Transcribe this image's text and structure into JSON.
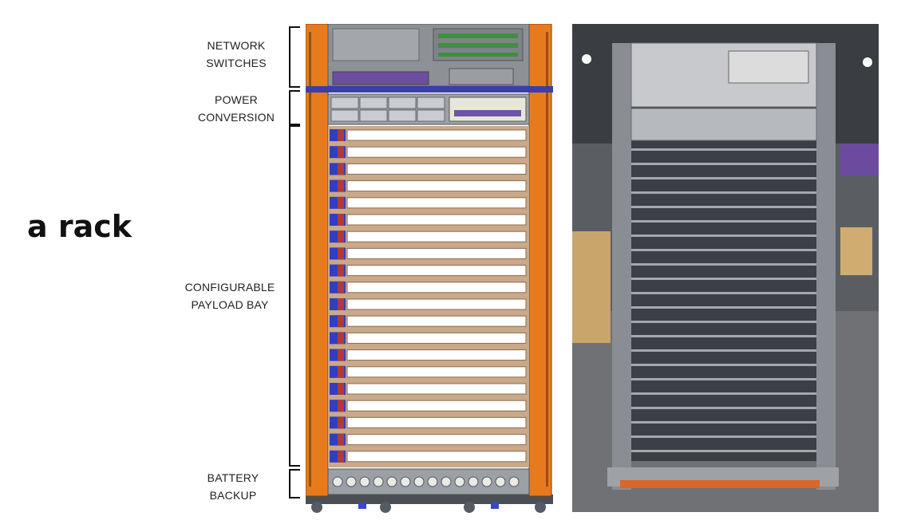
{
  "title": "a rack",
  "labels": {
    "network": [
      "NETWORK",
      "SWITCHES"
    ],
    "power": [
      "POWER",
      "CONVERSION"
    ],
    "payload": [
      "CONFIGURABLE",
      "PAYLOAD BAY"
    ],
    "battery": [
      "BATTERY",
      "BACKUP"
    ]
  },
  "colors": {
    "frame": "#e87a1e",
    "chassis": "#8a8e94",
    "payload_slot": "#ffffff",
    "photo_background": "#5a5e63"
  }
}
